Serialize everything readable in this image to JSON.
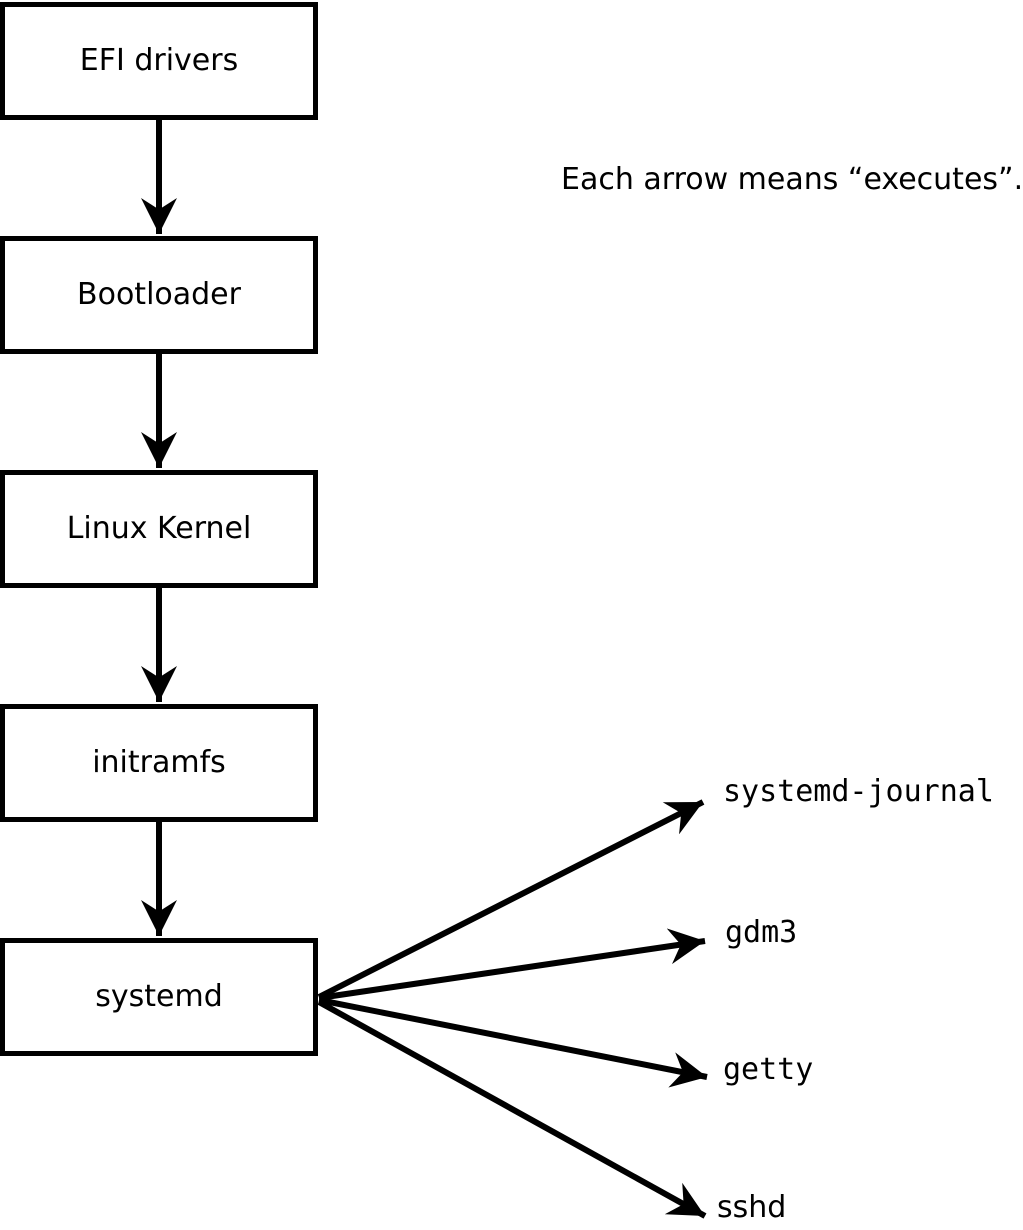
{
  "note": "Each arrow means “executes”.",
  "diagram": {
    "arrow_meaning": "executes",
    "chain": [
      {
        "label": "EFI drivers"
      },
      {
        "label": "Bootloader"
      },
      {
        "label": "Linux Kernel"
      },
      {
        "label": "initramfs"
      },
      {
        "label": "systemd"
      }
    ],
    "spawned": [
      {
        "label": "systemd-journal"
      },
      {
        "label": "gdm3"
      },
      {
        "label": "getty"
      },
      {
        "label": "sshd"
      }
    ]
  },
  "colors": {
    "line": "#000000",
    "box_border": "#000000",
    "box_fill": "#ffffff",
    "background": "#ffffff",
    "text": "#000000"
  }
}
